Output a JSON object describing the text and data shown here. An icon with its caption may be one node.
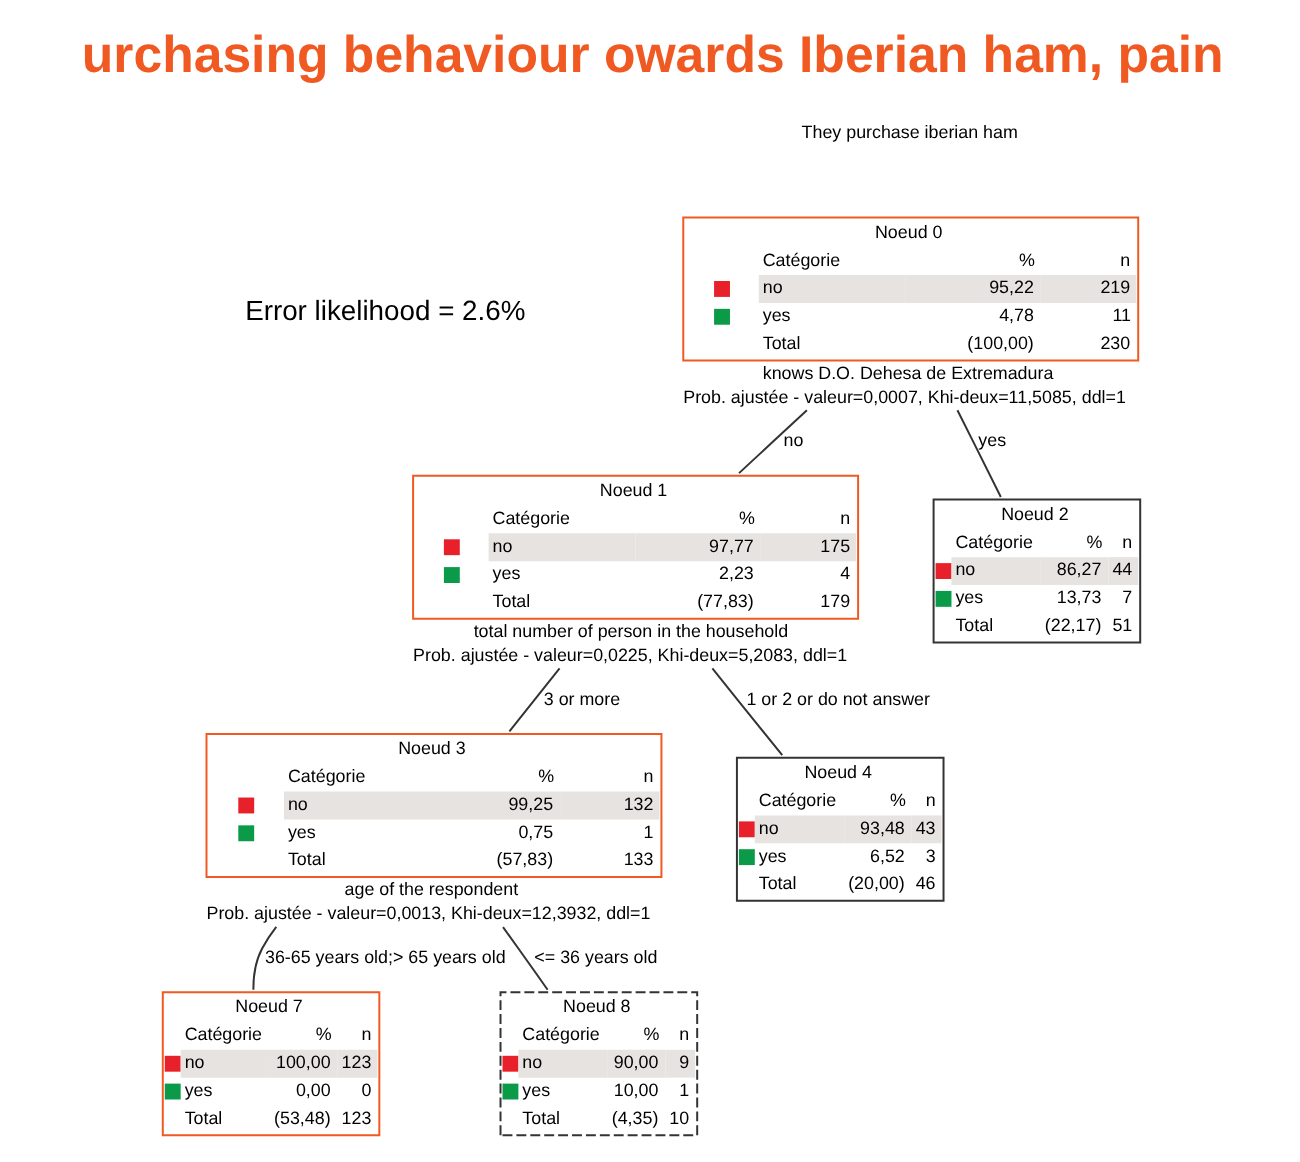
{
  "diagram": {
    "title": "urchasing behaviour owards Iberian ham, pain",
    "nodes": [
      {
        "text": [
          "Noeud 0",
          "Catégorie",
          "%",
          "n",
          "no",
          "95,22",
          "219",
          "yes",
          "4,78",
          "11",
          "Total",
          "(100,00)",
          "230"
        ],
        "beside": [
          "knows D.O. Dehesa de Extremadura",
          "Prob. ajustée - valeur=0,0007, Khi-deux=11,5085, ddl=1"
        ]
      },
      {
        "text": [
          "Noeud 1",
          "Catégorie",
          "%",
          "n",
          "no",
          "97,77",
          "175",
          "yes",
          "2,23",
          "4",
          "Total",
          "(77,83)",
          "179"
        ],
        "beside": [
          "total number of person in the household",
          "Prob. ajustée - valeur=0,0225, Khi-deux=5,2083, ddl=1"
        ]
      },
      {
        "text": [
          "Noeud 2",
          "Catégorie",
          "%",
          "n",
          "no",
          "86,27",
          "44",
          "yes",
          "13,73",
          "7",
          "Total",
          "(22,17)",
          "51"
        ]
      },
      {
        "text": [
          "Noeud 3",
          "Catégorie",
          "%",
          "n",
          "no",
          "99,25",
          "132",
          "yes",
          "0,75",
          "1",
          "Total",
          "(57,83)",
          "133"
        ],
        "beside": [
          "age of the respondent",
          "Prob. ajustée - valeur=0,0013, Khi-deux=12,3932, ddl=1"
        ]
      },
      {
        "text": [
          "Noeud 4",
          "Catégorie",
          "%",
          "n",
          "no",
          "93,48",
          "43",
          "yes",
          "6,52",
          "3",
          "Total",
          "(20,00)",
          "46"
        ]
      },
      {
        "text": [
          "Noeud 7",
          "Catégorie",
          "%",
          "n",
          "no",
          "100,00",
          "123",
          "yes",
          "0,00",
          "0",
          "Total",
          "(53,48)",
          "123"
        ]
      },
      {
        "text": [
          "Noeud 8",
          "Catégorie",
          "%",
          "n",
          "no",
          "90,00",
          "9",
          "yes",
          "10,00",
          "1",
          "Total",
          "(4,35)",
          "10"
        ]
      }
    ],
    "edges": [
      {
        "from": 0,
        "to": 1,
        "arrow": "none",
        "label": "no"
      },
      {
        "from": 0,
        "to": 2,
        "arrow": "none",
        "label": "yes"
      },
      {
        "from": 1,
        "to": 3,
        "arrow": "none",
        "label": "3 or more"
      },
      {
        "from": 1,
        "to": 4,
        "arrow": "none",
        "label": "1 or 2 or do not answer"
      },
      {
        "from": 3,
        "to": 5,
        "arrow": "none",
        "label": "36-65 years old;> 65 years old"
      },
      {
        "from": 3,
        "to": 6,
        "arrow": "none",
        "label": "<= 36 years old"
      }
    ],
    "labels": [
      "They purchase iberian ham",
      "Error likelihood = 2.6%"
    ]
  }
}
